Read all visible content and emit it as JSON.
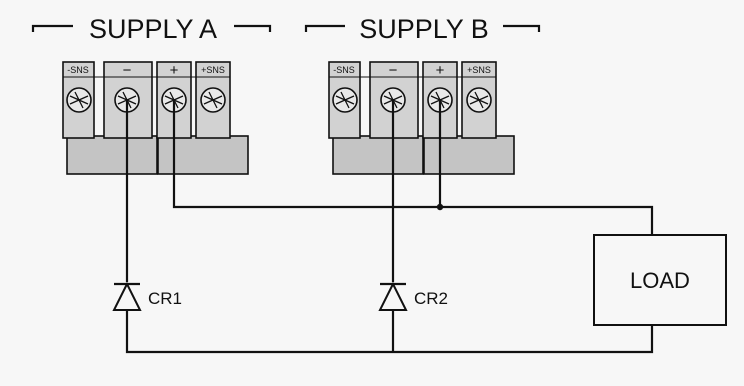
{
  "supplies": [
    {
      "title": "SUPPLY A",
      "terminals": [
        {
          "label": "-SNS"
        },
        {
          "label": "−"
        },
        {
          "label": "+"
        },
        {
          "label": "+SNS"
        }
      ]
    },
    {
      "title": "SUPPLY B",
      "terminals": [
        {
          "label": "-SNS"
        },
        {
          "label": "−"
        },
        {
          "label": "+"
        },
        {
          "label": "+SNS"
        }
      ]
    }
  ],
  "diodes": [
    {
      "label": "CR1"
    },
    {
      "label": "CR2"
    }
  ],
  "load": {
    "label": "LOAD"
  },
  "colors": {
    "background": "#f7f7f7",
    "block_fill": "#c4c4c4",
    "screw_fill": "#e9e9e9",
    "line": "#111111"
  }
}
